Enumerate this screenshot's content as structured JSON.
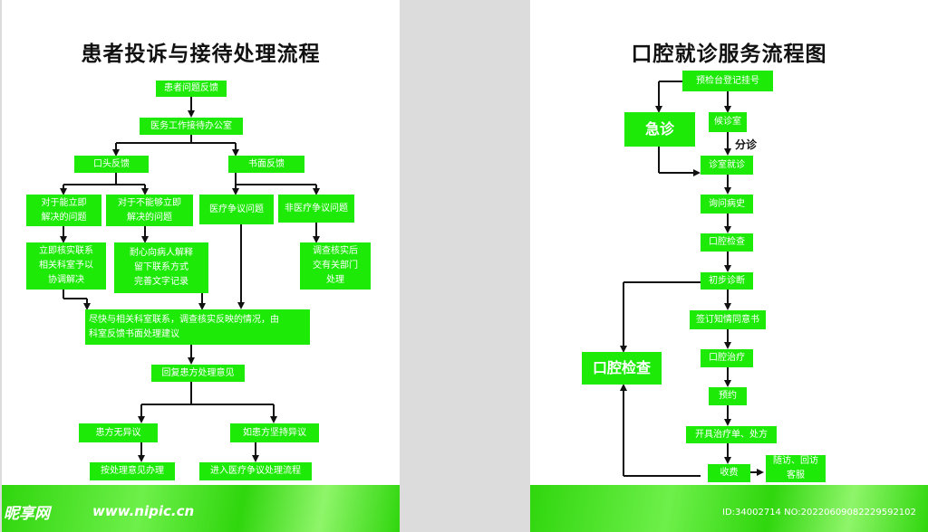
{
  "left": {
    "title": "患者投诉与接待处理流程",
    "boxes": {
      "complaint": "患者问题反馈",
      "office": "医务工作接待办公室",
      "oral": "口头反馈",
      "written": "书面反馈",
      "immediate": "对于能立即\n解决的问题",
      "not_immediate": "对于不能够立即\n解决的问题",
      "medical": "医疗争议问题",
      "non_medical": "非医疗争议问题",
      "contact_dept": "立即核实联系\n相关科室予以\n协调解决",
      "explain": "耐心向病人解释\n留下联系方式\n完善文字记录",
      "verify": "调查核实后\n交有关部门\n处理",
      "liaise": "尽快与相关科室联系，调查核实反映的情况，由\n科室反馈书面处理建议",
      "reply": "回复患方处理意见",
      "no_objection": "患方无异议",
      "objection": "如患方坚持异议",
      "handle": "按处理意见办理",
      "enter_process": "进入医疗争议处理流程"
    }
  },
  "right": {
    "title": "口腔就诊服务流程图",
    "triage_label": "分诊",
    "boxes": {
      "register": "预检台登记挂号",
      "emergency": "急诊",
      "waiting": "候诊室",
      "consult_room": "诊室就诊",
      "history": "询问病史",
      "oral_exam": "口腔检查",
      "diagnosis": "初步诊断",
      "consent": "签订知情同意书",
      "treatment": "口腔治疗",
      "appointment": "预约",
      "prescription": "开具治疗单、处方",
      "payment": "收费",
      "followup": "随访、回访\n客服",
      "side_exam": "口腔检查"
    }
  },
  "footer": {
    "logo": "昵享网",
    "url": "www.nipic.cn",
    "id_text": "ID:34002714 NO:20220609082229592102"
  },
  "colors": {
    "box_green": "#1eea08",
    "footer_green": "#2fd60d"
  }
}
